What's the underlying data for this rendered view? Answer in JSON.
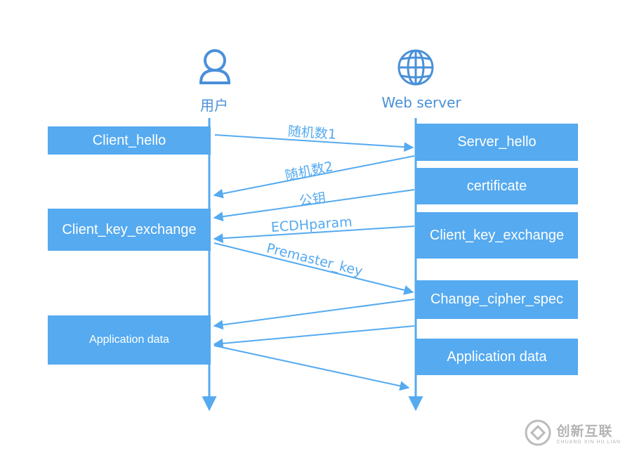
{
  "actors": {
    "client": {
      "label": "用户",
      "icon": "person-icon"
    },
    "server": {
      "label": "Web server",
      "icon": "globe-icon"
    }
  },
  "client_boxes": [
    "Client_hello",
    "Client_key_exchange",
    "Application data"
  ],
  "server_boxes": [
    "Server_hello",
    "certificate",
    "Client_key_exchange",
    "Change_cipher_spec",
    "Application data"
  ],
  "messages": [
    "随机数1",
    "随机数2",
    "公钥",
    "ECDHparam",
    "Premaster_key"
  ],
  "watermark": {
    "name": "创新互联",
    "sub": "CHUANG XIN HU LIAN"
  },
  "colors": {
    "accent": "#55aaf0",
    "actor": "#4a90d9"
  }
}
